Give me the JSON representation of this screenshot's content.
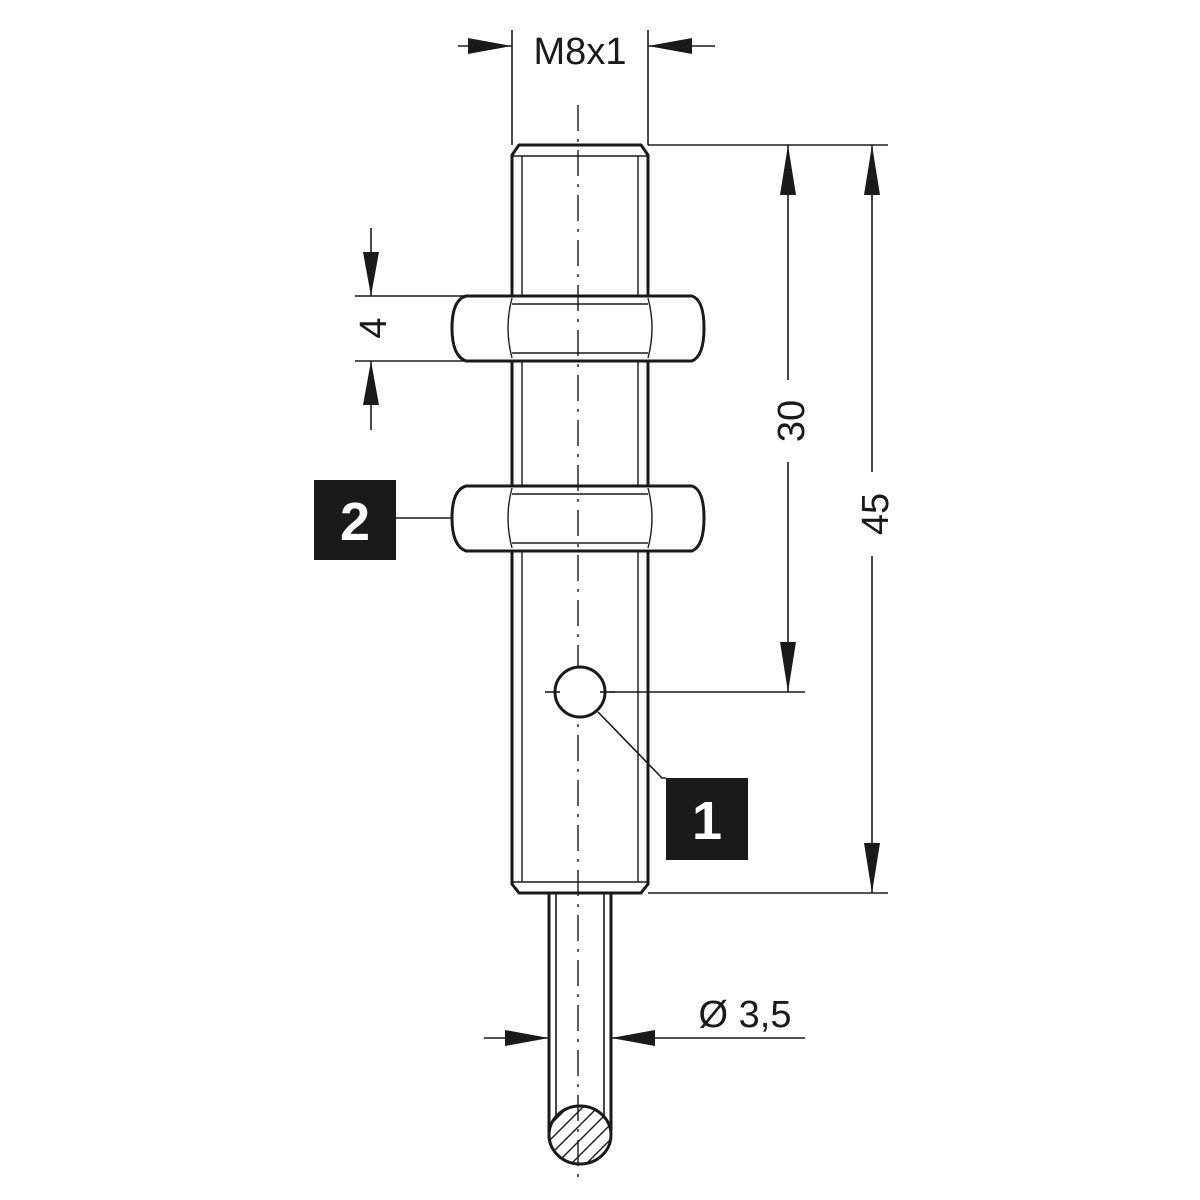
{
  "dimensions": {
    "thread": "M8x1",
    "nut_height": "4",
    "thread_length": "30",
    "total_length": "45",
    "cable_diameter": "Ø 3,5"
  },
  "callouts": {
    "active_face": "1",
    "nut": "2"
  }
}
